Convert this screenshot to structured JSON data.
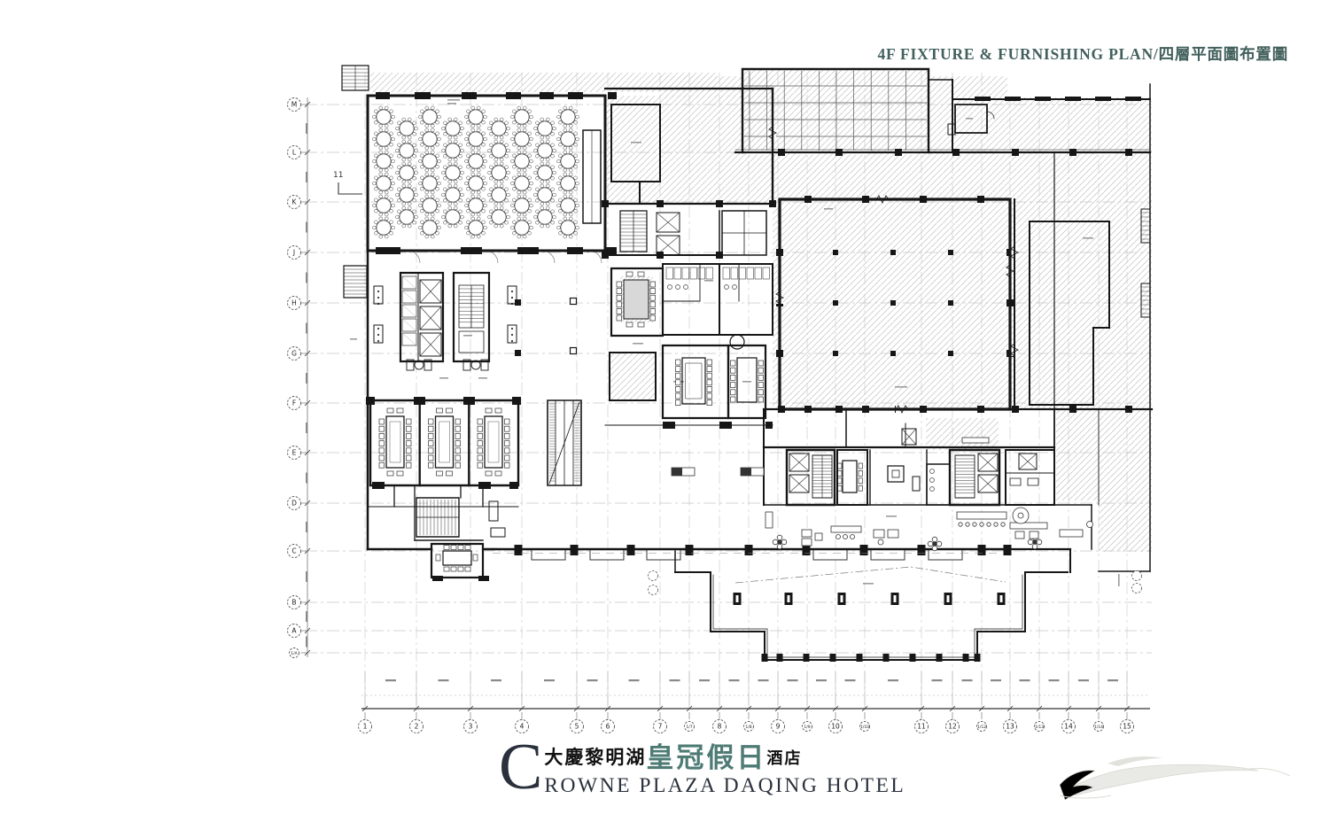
{
  "title": {
    "text": "4F FIXTURE & FURNISHING PLAN/四層平面圖布置圖"
  },
  "logo": {
    "initial": "C",
    "cn_prefix": "大慶黎明湖",
    "cn_brand": "皇冠假日",
    "cn_suffix": "酒店",
    "en": "ROWNE PLAZA DAQING HOTEL"
  },
  "grid": {
    "row_labels": [
      "M",
      "L",
      "K",
      "J",
      "H",
      "G",
      "F",
      "E",
      "D",
      "C",
      "B",
      "A",
      "1/A"
    ],
    "col_labels": [
      "1",
      "2",
      "3",
      "4",
      "5",
      "6",
      "7",
      "1/7",
      "8",
      "1/8",
      "9",
      "1/9",
      "10",
      "1/10",
      "11",
      "12",
      "1/12",
      "13",
      "1/13",
      "14",
      "1/14",
      "15"
    ]
  },
  "notes": {
    "stair_note": "11"
  },
  "colors": {
    "title_color": "#42605c",
    "brand_teal": "#4e7b74",
    "ink": "#1c1c1c",
    "hatch_line": "#c2c2c2",
    "grid_line": "#9a9a9a",
    "logo_dark": "#2a313c"
  }
}
